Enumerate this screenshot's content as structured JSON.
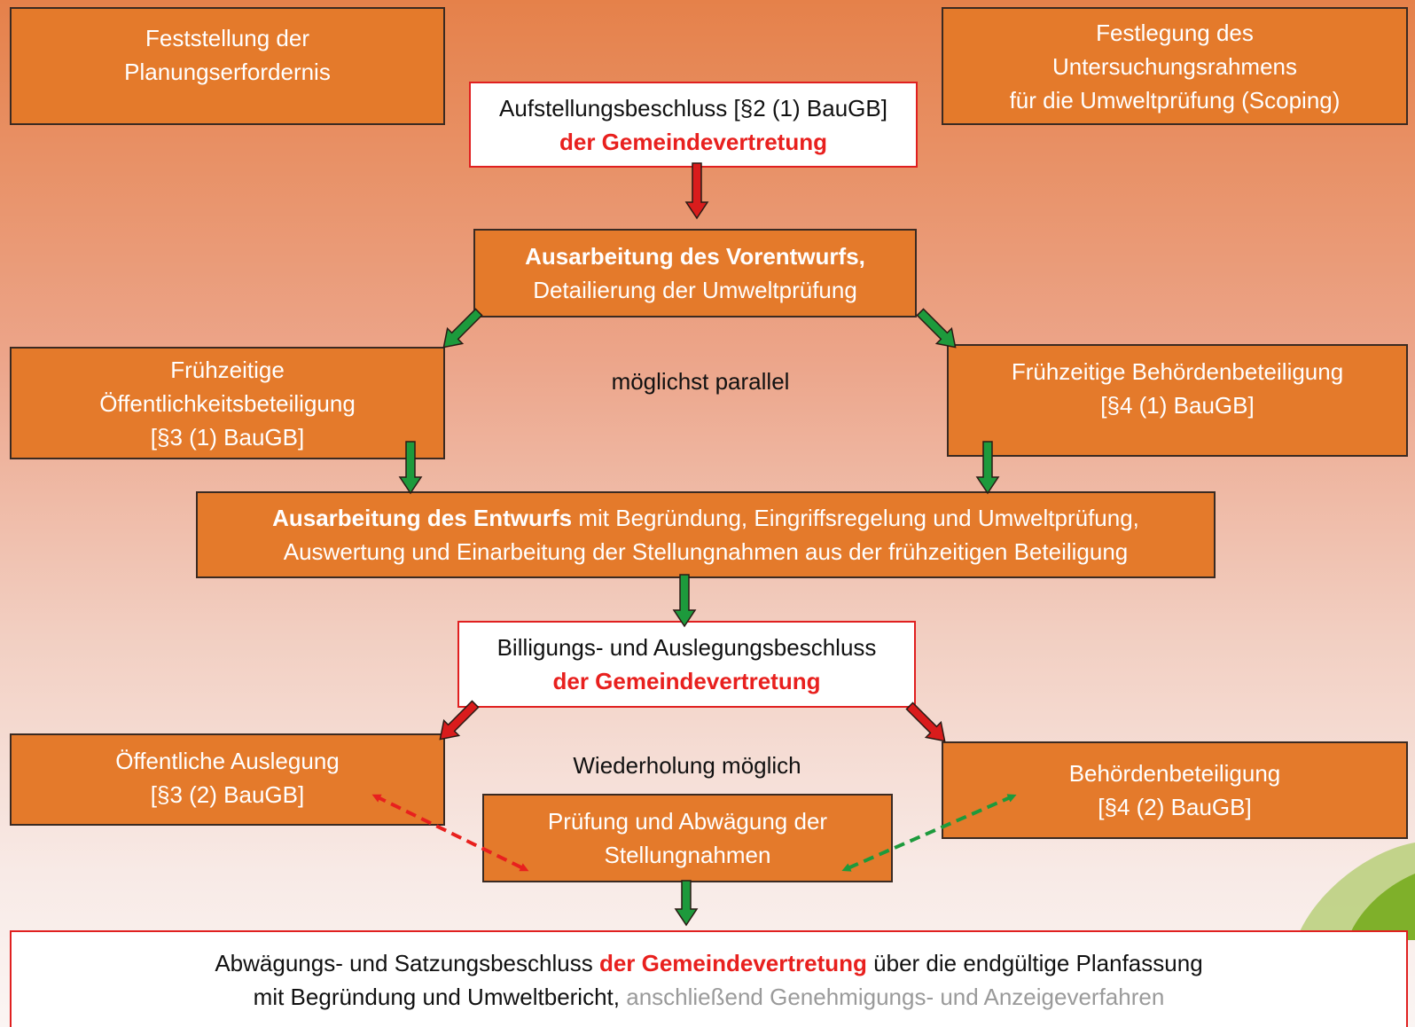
{
  "colors": {
    "box_fill": "#e47a2b",
    "box_border": "#3a2a22",
    "decision_border": "#e02020",
    "emphasis_red": "#e8201e",
    "arrow_green": "#1d9a3c",
    "arrow_red": "#d91c1c",
    "muted_text": "#9a9a9a"
  },
  "boxes": {
    "feststellung": {
      "line1": "Feststellung der",
      "line2": "Planungserfordernis"
    },
    "festlegung": {
      "line1": "Festlegung des",
      "line2": "Untersuchungsrahmens",
      "line3": "für die Umweltprüfung (Scoping)"
    },
    "aufstellung": {
      "line1": "Aufstellungsbeschluss [§2 (1) BauGB]",
      "line2": "der Gemeindevertretung"
    },
    "vorentwurf": {
      "line1": "Ausarbeitung des Vorentwurfs,",
      "line2": "Detailierung der Umweltprüfung"
    },
    "fruehzeitig_oeff": {
      "line1": "Frühzeitige",
      "line2": "Öffentlichkeitsbeteiligung",
      "line3": "[§3 (1) BauGB]"
    },
    "parallel_label": "möglichst parallel",
    "fruehzeitig_beh": {
      "line1": "Frühzeitige Behördenbeteiligung",
      "line2": "[§4 (1) BauGB]"
    },
    "entwurf": {
      "bold": "Ausarbeitung des Entwurfs",
      "rest": " mit Begründung, Eingriffsregelung und Umweltprüfung,",
      "line2": "Auswertung und Einarbeitung der Stellungnahmen aus der frühzeitigen Beteiligung"
    },
    "billigung": {
      "line1": "Billigungs- und Auslegungsbeschluss",
      "line2": "der Gemeindevertretung"
    },
    "auslegung": {
      "line1": "Öffentliche Auslegung",
      "line2": "[§3 (2) BauGB]"
    },
    "wiederholung_label": "Wiederholung möglich",
    "behoerden": {
      "line1": "Behördenbeteiligung",
      "line2": "[§4 (2) BauGB]"
    },
    "pruefung": {
      "line1": "Prüfung und Abwägung der",
      "line2": "Stellungnahmen"
    },
    "satzung": {
      "part1": "Abwägungs- und Satzungsbeschluss ",
      "red": "der Gemeindevertretung",
      "part2": " über die endgültige Planfassung",
      "line2_main": "mit Begründung und Umweltbericht",
      "line2_sep": ", ",
      "line2_grey": "anschließend Genehmigungs- und Anzeigeverfahren"
    }
  }
}
